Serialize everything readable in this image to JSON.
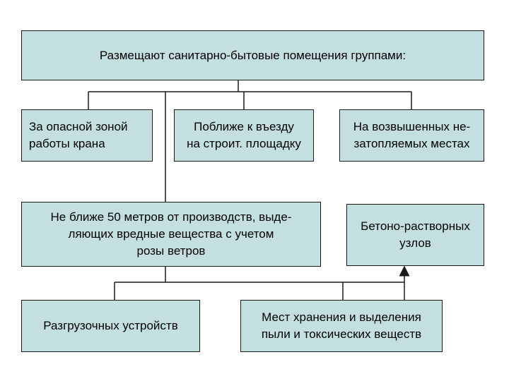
{
  "diagram": {
    "root": "Размещают санитарно-бытовые помещения группами:",
    "nodes": {
      "danger_zone": "За опасной зоной\nработы крана",
      "near_entrance": "Поближе к въезду\nна строит. площадку",
      "elevated": "На возвышенных не-\nзатопляемых местах",
      "distance": "Не ближе 50 метров от производств, выде-\nляющих вредные вещества с учетом\nрозы ветров",
      "concrete": "Бетоно-растворных\nузлов",
      "unloading": "Разгрузочных устройств",
      "storage": "Мест хранения и выделения\nпыли и токсических веществ"
    },
    "colors": {
      "box_fill": "#c3dfe0",
      "line": "#1a1a1a"
    }
  }
}
